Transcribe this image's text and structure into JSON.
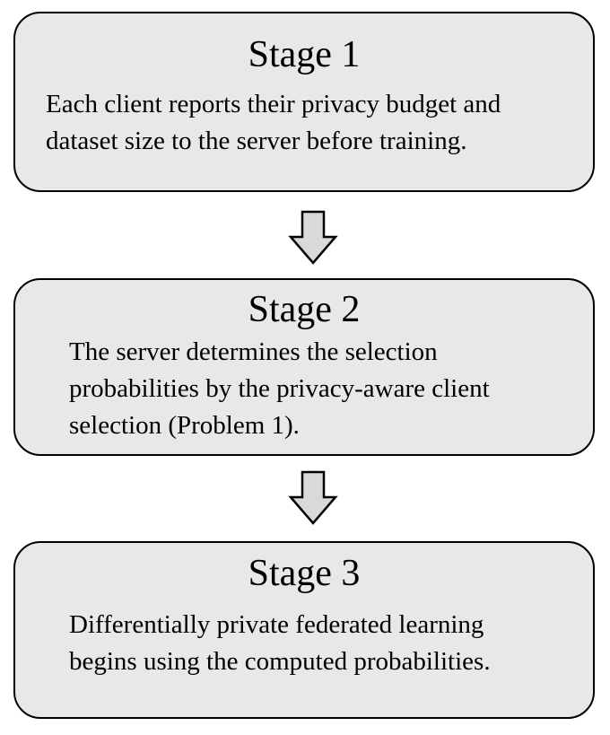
{
  "stages": [
    {
      "title": "Stage 1",
      "lines": [
        "Each client reports their privacy budget and",
        "dataset size to the server before training."
      ]
    },
    {
      "title": "Stage 2",
      "lines": [
        "The server determines the selection",
        "probabilities by the privacy-aware client",
        "selection (Problem 1)."
      ]
    },
    {
      "title": "Stage 3",
      "lines": [
        "Differentially private federated learning",
        "begins using the computed probabilities."
      ]
    }
  ],
  "colors": {
    "box_fill": "#e8e8e8",
    "box_border": "#000000",
    "arrow_fill": "#d9d9d9",
    "arrow_stroke": "#000000"
  }
}
